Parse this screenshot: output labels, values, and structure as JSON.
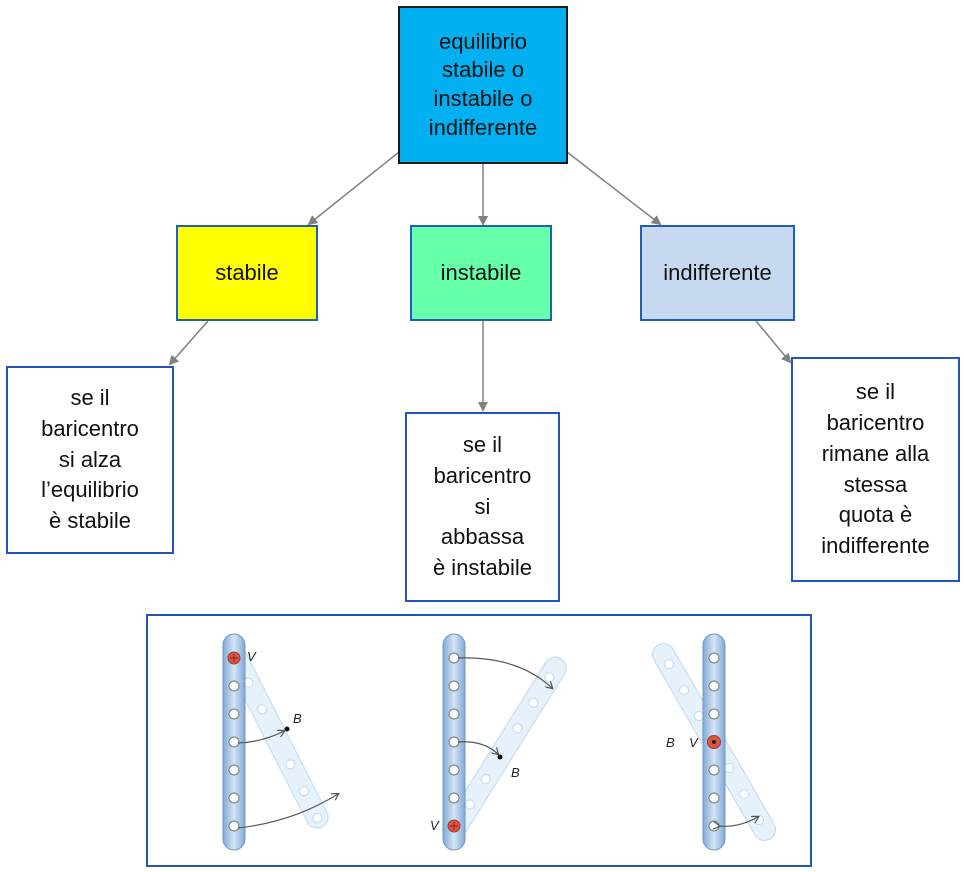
{
  "root": {
    "label": "equilibrio\nstabile o\ninstabile o\nindifferente",
    "color": "#00b0f0"
  },
  "categories": [
    {
      "id": "stabile",
      "label": "stabile",
      "color": "#ffff00",
      "description": "se il\nbaricentro\nsi alza\nl’equilibrio\nè stabile"
    },
    {
      "id": "instabile",
      "label": "instabile",
      "color": "#66ffaa",
      "description": "se il\nbaricentro\nsi\nabbassa\nè instabile"
    },
    {
      "id": "indifferente",
      "label": "indifferente",
      "color": "#c6d9f1",
      "description": "se il\nbaricentro\nrimane alla\nstessa\nquota è\nindifferente"
    }
  ],
  "figure": {
    "panels": [
      {
        "case": "stabile",
        "pivot_label": "V",
        "centroid_label": "B"
      },
      {
        "case": "instabile",
        "pivot_label": "V",
        "centroid_label": "B"
      },
      {
        "case": "indifferente",
        "pivot_label": "V",
        "centroid_label": "B"
      }
    ]
  },
  "colors": {
    "arrow": "#808080",
    "border": "#2255bb",
    "rod": "#9fc3e6",
    "pivot": "#d9583b"
  }
}
